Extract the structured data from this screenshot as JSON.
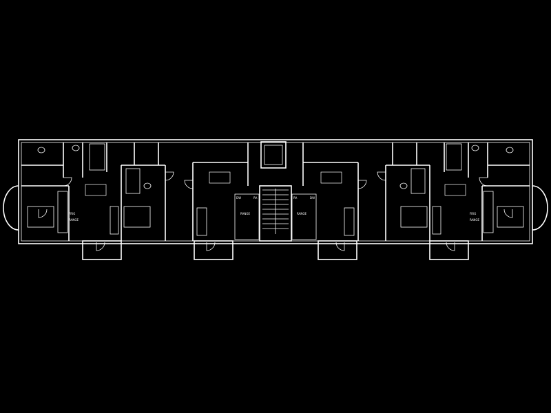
{
  "plan": {
    "background": "#000000",
    "line_color": "#ffffff",
    "room_labels": {
      "dw": "DW",
      "ra": "RA",
      "range": "RANGE",
      "fridge": "FRIG"
    }
  }
}
